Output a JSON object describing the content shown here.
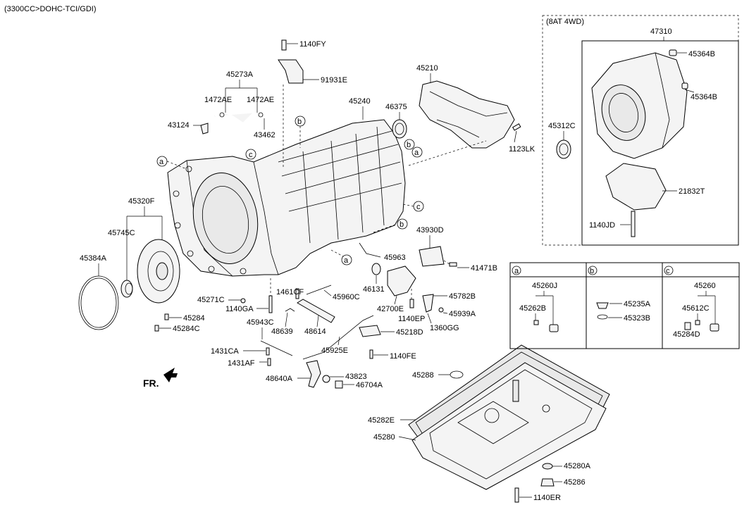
{
  "header": {
    "engine": "(3300CC>DOHC-TCI/GDI)"
  },
  "fr_label": "FR.",
  "inset": {
    "title": "(8AT 4WD)"
  },
  "callouts": {
    "a": "a",
    "b": "b",
    "c": "c"
  },
  "parts": {
    "p1140FY": "1140FY",
    "p91931E": "91931E",
    "p45273A": "45273A",
    "p1472AE_l": "1472AE",
    "p1472AE_r": "1472AE",
    "p43124": "43124",
    "p43462": "43462",
    "p45240": "45240",
    "p46375": "46375",
    "p45210": "45210",
    "p1123LK": "1123LK",
    "p45320F": "45320F",
    "p45745C": "45745C",
    "p45384A": "45384A",
    "p45271C": "45271C",
    "p1140GA": "1140GA",
    "p45284": "45284",
    "p45284C": "45284C",
    "p1461CF": "1461CF",
    "p45960C": "45960C",
    "p48639": "48639",
    "p48614": "48614",
    "p45943C": "45943C",
    "p1431CA": "1431CA",
    "p1431AF": "1431AF",
    "p48640A": "48640A",
    "p43823": "43823",
    "p46704A": "46704A",
    "p45925E": "45925E",
    "p45218D": "45218D",
    "p1140FE": "1140FE",
    "p43930D": "43930D",
    "p45963": "45963",
    "p41471B": "41471B",
    "p46131": "46131",
    "p42700E": "42700E",
    "p45782B": "45782B",
    "p1140EP": "1140EP",
    "p45939A": "45939A",
    "p1360GG": "1360GG",
    "p45288": "45288",
    "p45282E": "45282E",
    "p45280": "45280",
    "p45280A": "45280A",
    "p45286": "45286",
    "p1140ER": "1140ER",
    "p47310": "47310",
    "p45364B_1": "45364B",
    "p45364B_2": "45364B",
    "p45312C": "45312C",
    "p21832T": "21832T",
    "p1140JD": "1140JD"
  },
  "detail_table": {
    "a": {
      "header": "a",
      "p45260J": "45260J",
      "p45262B": "45262B"
    },
    "b": {
      "header": "b",
      "p45235A": "45235A",
      "p45323B": "45323B"
    },
    "c": {
      "header": "c",
      "p45260": "45260",
      "p45612C": "45612C",
      "p45284D": "45284D"
    }
  }
}
